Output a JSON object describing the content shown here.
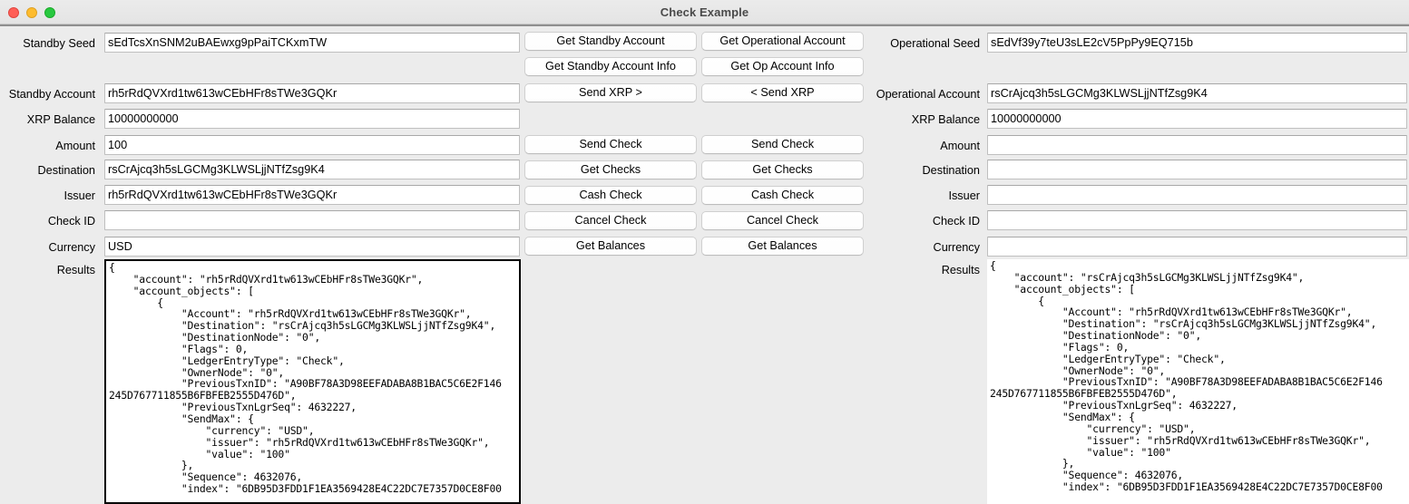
{
  "window": {
    "title": "Check Example",
    "controls": [
      {
        "name": "close",
        "color": "#ff5f57"
      },
      {
        "name": "minimize",
        "color": "#febc2e"
      },
      {
        "name": "maximize",
        "color": "#28c840"
      }
    ]
  },
  "standby": {
    "seed_label": "Standby Seed",
    "seed_value": "sEdTcsXnSNM2uBAEwxg9pPaiTCKxmTW",
    "account_label": "Standby Account",
    "account_value": "rh5rRdQVXrd1tw613wCEbHFr8sTWe3GQKr",
    "xrp_balance_label": "XRP Balance",
    "xrp_balance_value": "10000000000",
    "amount_label": "Amount",
    "amount_value": "100",
    "destination_label": "Destination",
    "destination_value": "rsCrAjcq3h5sLGCMg3KLWSLjjNTfZsg9K4",
    "issuer_label": "Issuer",
    "issuer_value": "rh5rRdQVXrd1tw613wCEbHFr8sTWe3GQKr",
    "check_id_label": "Check ID",
    "check_id_value": "",
    "currency_label": "Currency",
    "currency_value": "USD",
    "results_label": "Results",
    "results_value": "{\n    \"account\": \"rh5rRdQVXrd1tw613wCEbHFr8sTWe3GQKr\",\n    \"account_objects\": [\n        {\n            \"Account\": \"rh5rRdQVXrd1tw613wCEbHFr8sTWe3GQKr\",\n            \"Destination\": \"rsCrAjcq3h5sLGCMg3KLWSLjjNTfZsg9K4\",\n            \"DestinationNode\": \"0\",\n            \"Flags\": 0,\n            \"LedgerEntryType\": \"Check\",\n            \"OwnerNode\": \"0\",\n            \"PreviousTxnID\": \"A90BF78A3D98EEFADABA8B1BAC5C6E2F146\n245D767711855B6FBFEB2555D476D\",\n            \"PreviousTxnLgrSeq\": 4632227,\n            \"SendMax\": {\n                \"currency\": \"USD\",\n                \"issuer\": \"rh5rRdQVXrd1tw613wCEbHFr8sTWe3GQKr\",\n                \"value\": \"100\"\n            },\n            \"Sequence\": 4632076,\n            \"index\": \"6DB95D3FDD1F1EA3569428E4C22DC7E7357D0CE8F00"
  },
  "operational": {
    "seed_label": "Operational Seed",
    "seed_value": "sEdVf39y7teU3sLE2cV5PpPy9EQ715b",
    "account_label": "Operational Account",
    "account_value": "rsCrAjcq3h5sLGCMg3KLWSLjjNTfZsg9K4",
    "xrp_balance_label": "XRP Balance",
    "xrp_balance_value": "10000000000",
    "amount_label": "Amount",
    "amount_value": "",
    "destination_label": "Destination",
    "destination_value": "",
    "issuer_label": "Issuer",
    "issuer_value": "",
    "check_id_label": "Check ID",
    "check_id_value": "",
    "currency_label": "Currency",
    "currency_value": "",
    "results_label": "Results",
    "results_value": "{\n    \"account\": \"rsCrAjcq3h5sLGCMg3KLWSLjjNTfZsg9K4\",\n    \"account_objects\": [\n        {\n            \"Account\": \"rh5rRdQVXrd1tw613wCEbHFr8sTWe3GQKr\",\n            \"Destination\": \"rsCrAjcq3h5sLGCMg3KLWSLjjNTfZsg9K4\",\n            \"DestinationNode\": \"0\",\n            \"Flags\": 0,\n            \"LedgerEntryType\": \"Check\",\n            \"OwnerNode\": \"0\",\n            \"PreviousTxnID\": \"A90BF78A3D98EEFADABA8B1BAC5C6E2F146\n245D767711855B6FBFEB2555D476D\",\n            \"PreviousTxnLgrSeq\": 4632227,\n            \"SendMax\": {\n                \"currency\": \"USD\",\n                \"issuer\": \"rh5rRdQVXrd1tw613wCEbHFr8sTWe3GQKr\",\n                \"value\": \"100\"\n            },\n            \"Sequence\": 4632076,\n            \"index\": \"6DB95D3FDD1F1EA3569428E4C22DC7E7357D0CE8F00"
  },
  "buttons": {
    "left_col": [
      {
        "key": "get-standby-account",
        "label": "Get Standby Account"
      },
      {
        "key": "get-standby-account-info",
        "label": "Get Standby Account Info"
      },
      {
        "key": "send-xrp",
        "label": "Send XRP >"
      },
      {
        "key": "send-check-standby",
        "label": "Send  Check"
      },
      {
        "key": "get-checks-standby",
        "label": "Get Checks"
      },
      {
        "key": "cash-check-standby",
        "label": "Cash  Check"
      },
      {
        "key": "cancel-check-standby",
        "label": "Cancel  Check"
      },
      {
        "key": "get-balances-standby",
        "label": "Get Balances"
      }
    ],
    "right_col": [
      {
        "key": "get-operational-account",
        "label": "Get Operational Account"
      },
      {
        "key": "get-op-account-info",
        "label": "Get Op Account Info"
      },
      {
        "key": "receive-xrp",
        "label": "< Send XRP"
      },
      {
        "key": "send-check-op",
        "label": "Send Check"
      },
      {
        "key": "get-checks-op",
        "label": "Get Checks"
      },
      {
        "key": "cash-check-op",
        "label": "Cash Check"
      },
      {
        "key": "cancel-check-op",
        "label": "Cancel Check"
      },
      {
        "key": "get-balances-op",
        "label": "Get Balances"
      }
    ]
  },
  "colors": {
    "window_bg": "#ececec",
    "titlebar_bg": "#ebebeb",
    "field_bg": "#ffffff",
    "field_border": "#bfbfbf",
    "focus_border": "#000000"
  }
}
